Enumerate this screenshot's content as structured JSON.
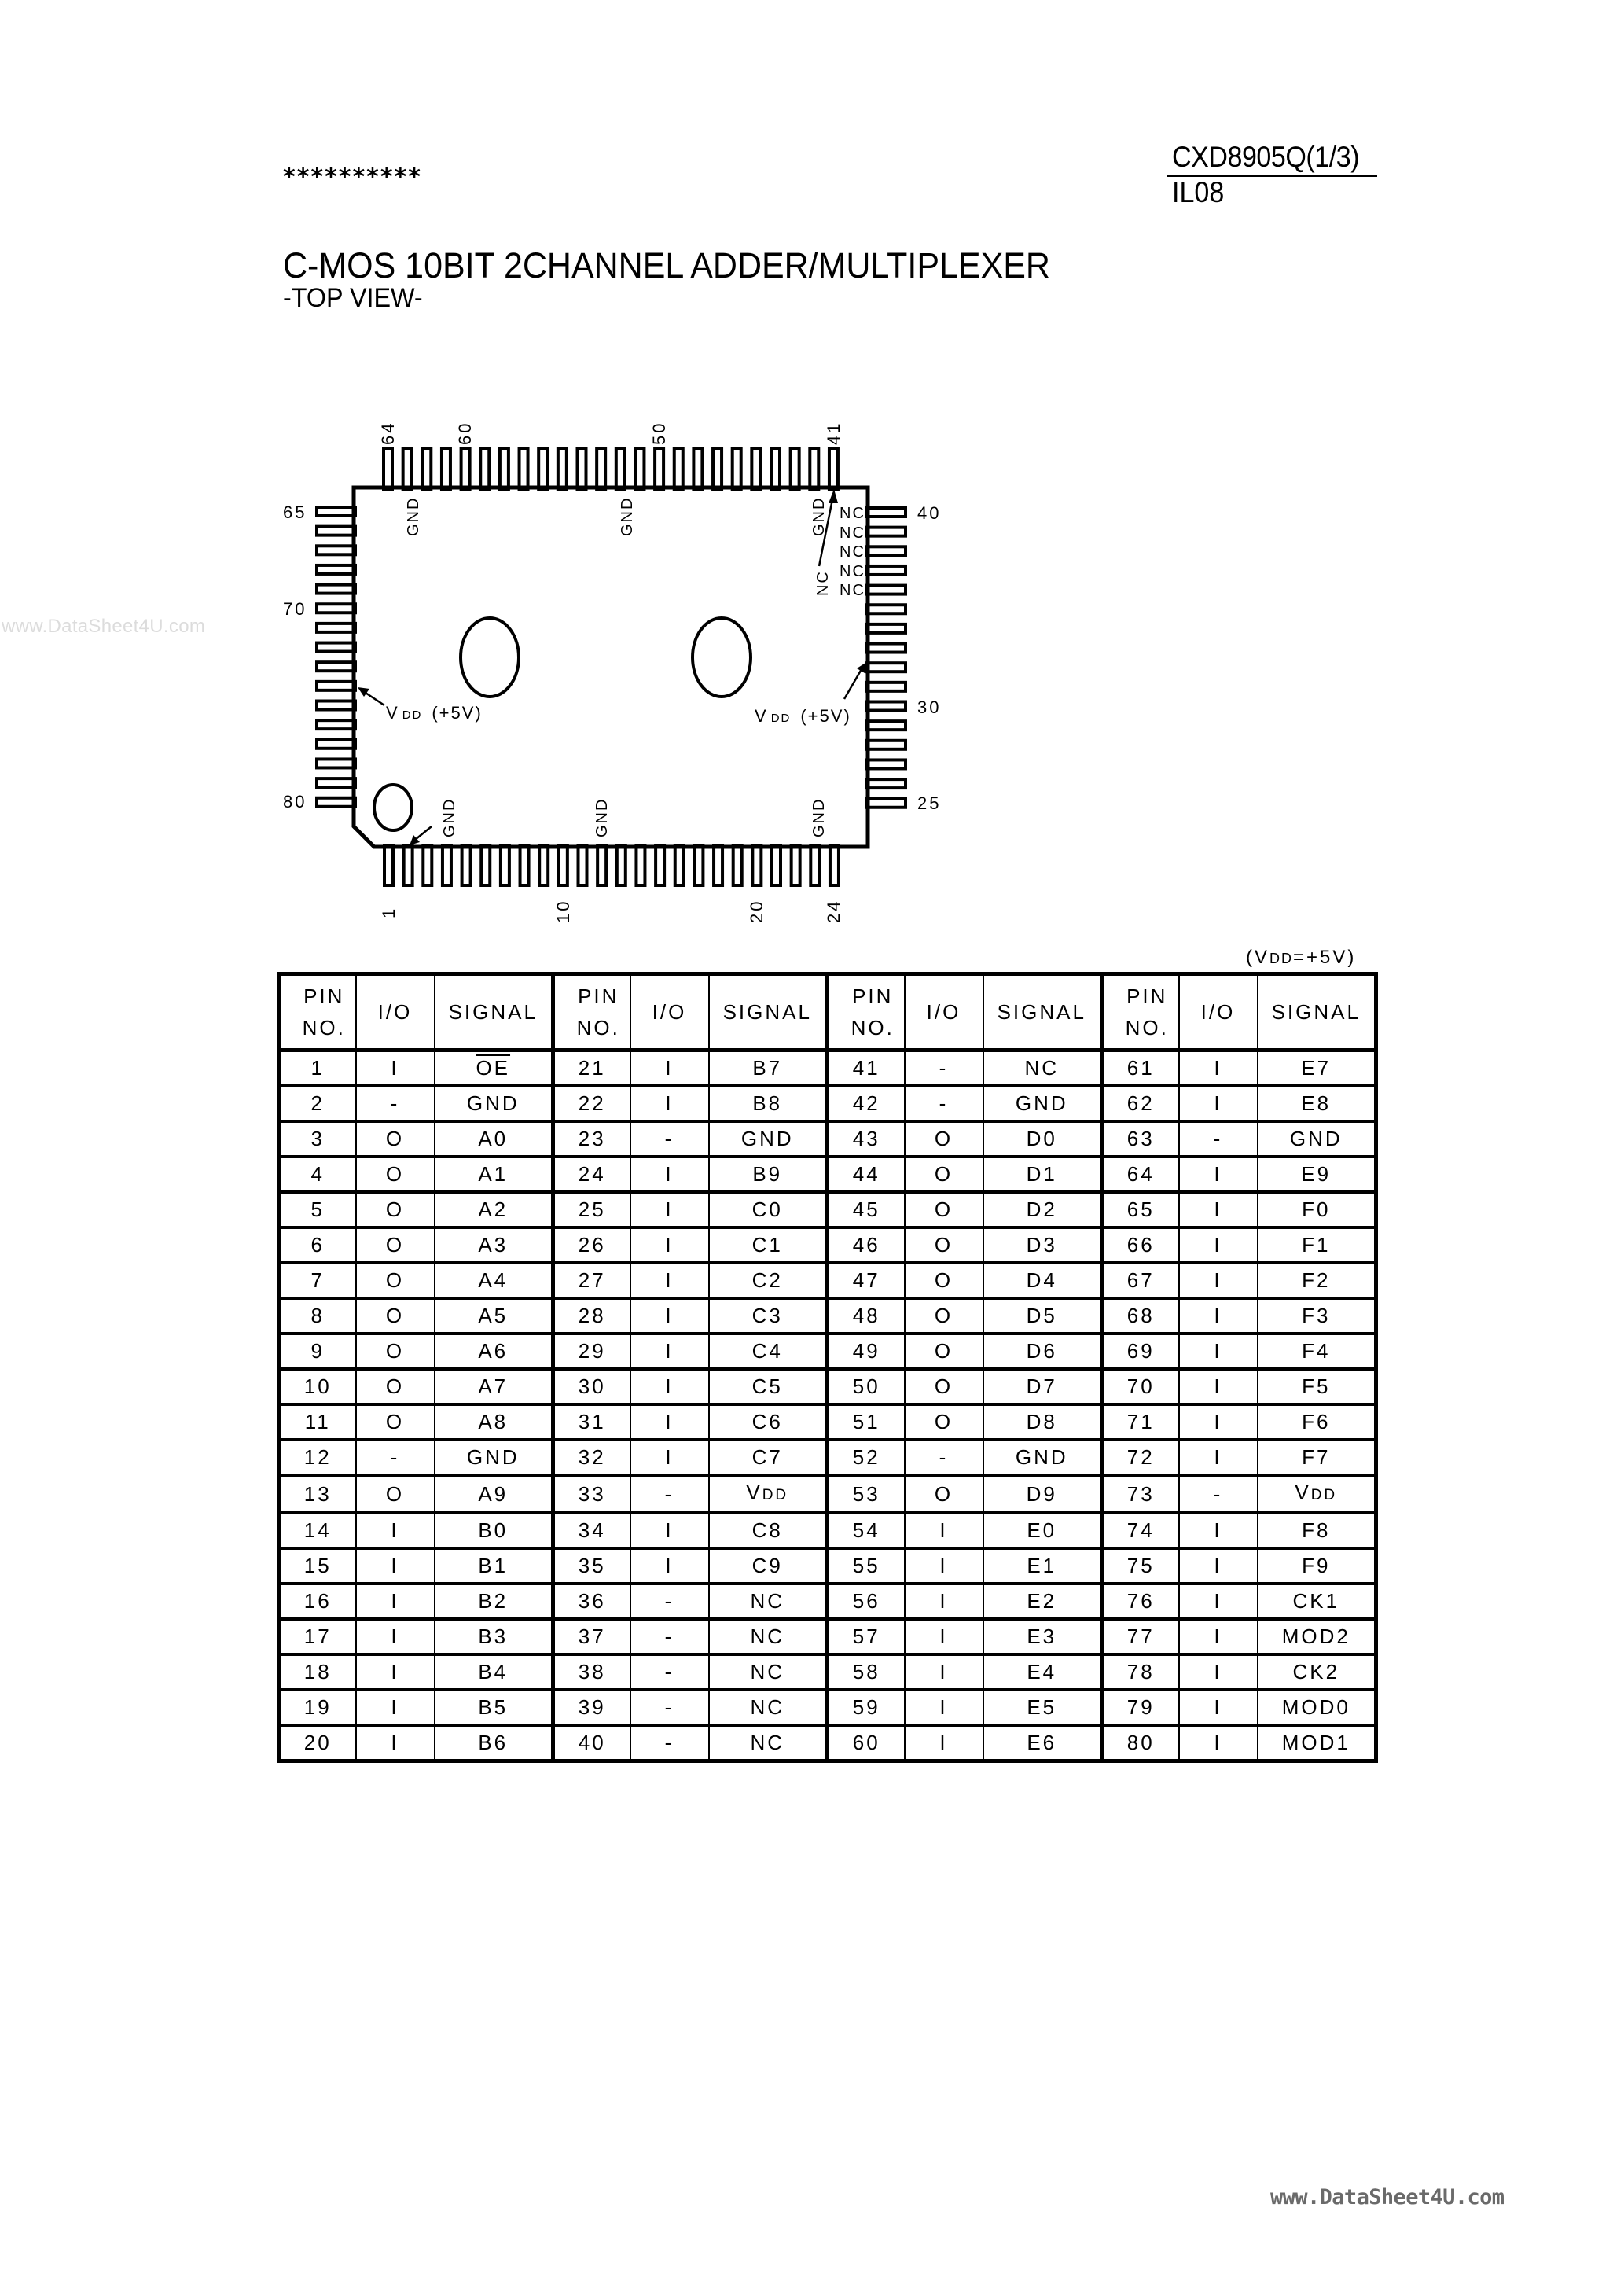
{
  "header": {
    "stars": "**********",
    "part_number": "CXD8905Q(1/3)",
    "code": "IL08",
    "title": "C-MOS 10BIT 2CHANNEL ADDER/MULTIPLEXER",
    "subtitle": "-TOP VIEW-"
  },
  "watermarks": {
    "side": "www.DataSheet4U.com",
    "footer": "www.DataSheet4U.com"
  },
  "diagram": {
    "pin_labels": {
      "top": [
        "64",
        "60",
        "50",
        "41"
      ],
      "left": [
        "65",
        "70",
        "80"
      ],
      "right": [
        "40",
        "30",
        "25"
      ],
      "bottom": [
        "1",
        "10",
        "20",
        "24"
      ]
    },
    "inner_labels": {
      "gnd": "GND",
      "nc": "NC",
      "vdd_main": "V",
      "vdd_sub": "DD",
      "vdd_value": "(+5V)"
    },
    "top_pin_count": 24,
    "side_pin_count": 16,
    "bottom_pin_count": 24
  },
  "table": {
    "note_prefix": "(V",
    "note_sub": "DD",
    "note_suffix": "=+5V)",
    "headers": {
      "pin_line1": "PIN",
      "pin_line2": "NO.",
      "io": "I/O",
      "signal": "SIGNAL"
    },
    "rows": [
      [
        [
          "1",
          "I",
          "OE"
        ],
        [
          "21",
          "I",
          "B7"
        ],
        [
          "41",
          "-",
          "NC"
        ],
        [
          "61",
          "I",
          "E7"
        ]
      ],
      [
        [
          "2",
          "-",
          "GND"
        ],
        [
          "22",
          "I",
          "B8"
        ],
        [
          "42",
          "-",
          "GND"
        ],
        [
          "62",
          "I",
          "E8"
        ]
      ],
      [
        [
          "3",
          "O",
          "A0"
        ],
        [
          "23",
          "-",
          "GND"
        ],
        [
          "43",
          "O",
          "D0"
        ],
        [
          "63",
          "-",
          "GND"
        ]
      ],
      [
        [
          "4",
          "O",
          "A1"
        ],
        [
          "24",
          "I",
          "B9"
        ],
        [
          "44",
          "O",
          "D1"
        ],
        [
          "64",
          "I",
          "E9"
        ]
      ],
      [
        [
          "5",
          "O",
          "A2"
        ],
        [
          "25",
          "I",
          "C0"
        ],
        [
          "45",
          "O",
          "D2"
        ],
        [
          "65",
          "I",
          "F0"
        ]
      ],
      [
        [
          "6",
          "O",
          "A3"
        ],
        [
          "26",
          "I",
          "C1"
        ],
        [
          "46",
          "O",
          "D3"
        ],
        [
          "66",
          "I",
          "F1"
        ]
      ],
      [
        [
          "7",
          "O",
          "A4"
        ],
        [
          "27",
          "I",
          "C2"
        ],
        [
          "47",
          "O",
          "D4"
        ],
        [
          "67",
          "I",
          "F2"
        ]
      ],
      [
        [
          "8",
          "O",
          "A5"
        ],
        [
          "28",
          "I",
          "C3"
        ],
        [
          "48",
          "O",
          "D5"
        ],
        [
          "68",
          "I",
          "F3"
        ]
      ],
      [
        [
          "9",
          "O",
          "A6"
        ],
        [
          "29",
          "I",
          "C4"
        ],
        [
          "49",
          "O",
          "D6"
        ],
        [
          "69",
          "I",
          "F4"
        ]
      ],
      [
        [
          "10",
          "O",
          "A7"
        ],
        [
          "30",
          "I",
          "C5"
        ],
        [
          "50",
          "O",
          "D7"
        ],
        [
          "70",
          "I",
          "F5"
        ]
      ],
      [
        [
          "11",
          "O",
          "A8"
        ],
        [
          "31",
          "I",
          "C6"
        ],
        [
          "51",
          "O",
          "D8"
        ],
        [
          "71",
          "I",
          "F6"
        ]
      ],
      [
        [
          "12",
          "-",
          "GND"
        ],
        [
          "32",
          "I",
          "C7"
        ],
        [
          "52",
          "-",
          "GND"
        ],
        [
          "72",
          "I",
          "F7"
        ]
      ],
      [
        [
          "13",
          "O",
          "A9"
        ],
        [
          "33",
          "-",
          "VDD"
        ],
        [
          "53",
          "O",
          "D9"
        ],
        [
          "73",
          "-",
          "VDD"
        ]
      ],
      [
        [
          "14",
          "I",
          "B0"
        ],
        [
          "34",
          "I",
          "C8"
        ],
        [
          "54",
          "I",
          "E0"
        ],
        [
          "74",
          "I",
          "F8"
        ]
      ],
      [
        [
          "15",
          "I",
          "B1"
        ],
        [
          "35",
          "I",
          "C9"
        ],
        [
          "55",
          "I",
          "E1"
        ],
        [
          "75",
          "I",
          "F9"
        ]
      ],
      [
        [
          "16",
          "I",
          "B2"
        ],
        [
          "36",
          "-",
          "NC"
        ],
        [
          "56",
          "I",
          "E2"
        ],
        [
          "76",
          "I",
          "CK1"
        ]
      ],
      [
        [
          "17",
          "I",
          "B3"
        ],
        [
          "37",
          "-",
          "NC"
        ],
        [
          "57",
          "I",
          "E3"
        ],
        [
          "77",
          "I",
          "MOD2"
        ]
      ],
      [
        [
          "18",
          "I",
          "B4"
        ],
        [
          "38",
          "-",
          "NC"
        ],
        [
          "58",
          "I",
          "E4"
        ],
        [
          "78",
          "I",
          "CK2"
        ]
      ],
      [
        [
          "19",
          "I",
          "B5"
        ],
        [
          "39",
          "-",
          "NC"
        ],
        [
          "59",
          "I",
          "E5"
        ],
        [
          "79",
          "I",
          "MOD0"
        ]
      ],
      [
        [
          "20",
          "I",
          "B6"
        ],
        [
          "40",
          "-",
          "NC"
        ],
        [
          "60",
          "I",
          "E6"
        ],
        [
          "80",
          "I",
          "MOD1"
        ]
      ]
    ]
  }
}
